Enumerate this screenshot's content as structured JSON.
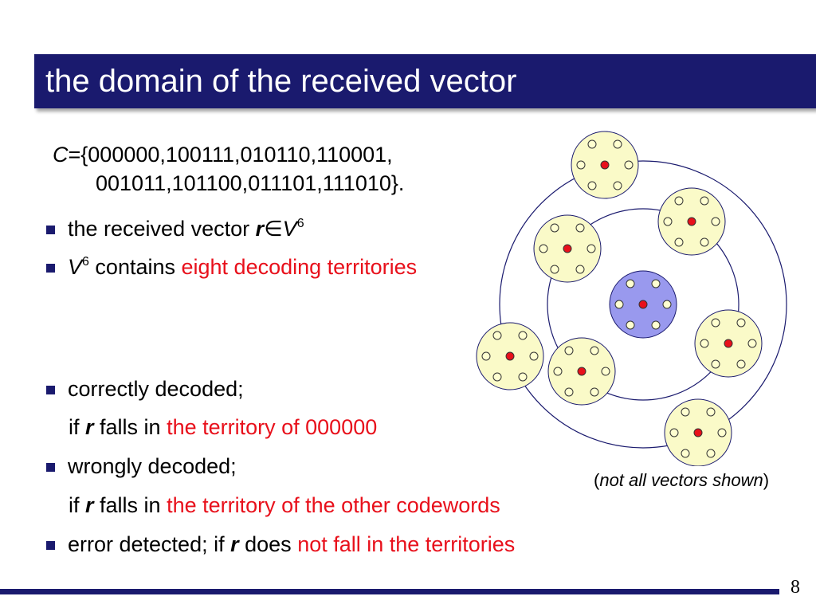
{
  "slide": {
    "title": "the domain of the received vector",
    "page_number": "8"
  },
  "code_definition": {
    "symbol": "C",
    "line1": "={000000,100111,010110,110001,",
    "line2": "001011,101100,011101,111010}."
  },
  "bullets": [
    {
      "pre": "the received vector ",
      "var_r": "r",
      "elem": "∈",
      "var_v": "V",
      "sup": "6"
    },
    {
      "var_v": "V",
      "sup": "6",
      "mid": " contains ",
      "red": "eight decoding territories"
    },
    {
      "text": "correctly decoded;"
    },
    {
      "pre": "if ",
      "var_r": "r",
      "mid": " falls in ",
      "red": "the territory of 000000"
    },
    {
      "text": "wrongly decoded;"
    },
    {
      "pre": "if ",
      "var_r": "r",
      "mid": " falls in ",
      "red": "the territory of the other codewords"
    },
    {
      "pre": "error detected; if ",
      "var_r": "r",
      "mid": " does ",
      "red": "not fall in the territories"
    }
  ],
  "diagram_note": {
    "open": "(",
    "text": "not all vectors shown",
    "close": ")"
  },
  "colors": {
    "navy": "#1a1a6e",
    "red": "#e8101b",
    "territory_fill": "#fafac8",
    "center_fill": "#9999ee",
    "small_dot_fill": "#ffffd0"
  }
}
